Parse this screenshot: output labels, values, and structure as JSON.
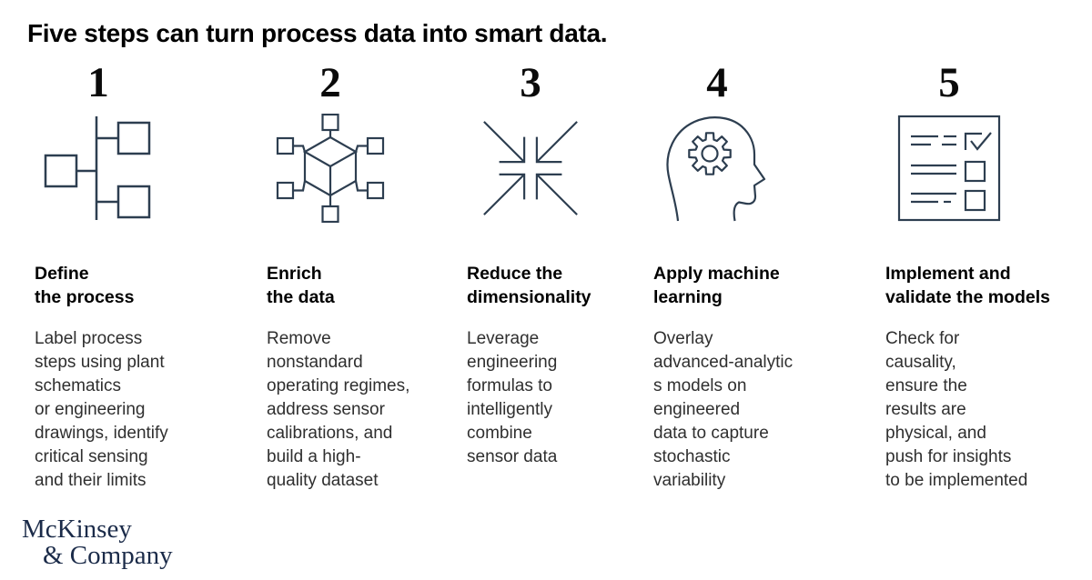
{
  "title": "Five steps can turn process data into smart data.",
  "steps": [
    {
      "number": "1",
      "icon": "process-tree-icon",
      "heading": "Define\nthe process",
      "body": "Label process\nsteps using plant\nschematics\nor engineering\ndrawings, identify\ncritical sensing\nand their limits"
    },
    {
      "number": "2",
      "icon": "data-cube-network-icon",
      "heading": "Enrich\nthe data",
      "body": "Remove\nnonstandard\noperating regimes,\naddress sensor\ncalibrations, and\nbuild a high-\nquality dataset"
    },
    {
      "number": "3",
      "icon": "converge-arrows-icon",
      "heading": "Reduce the\ndimensionality",
      "body": "Leverage\nengineering\nformulas to\nintelligently\ncombine\nsensor data"
    },
    {
      "number": "4",
      "icon": "head-gear-icon",
      "heading": "Apply machine\nlearning",
      "body": "Overlay\nadvanced-analytic\ns models on\nengineered\ndata to capture\nstochastic\nvariability"
    },
    {
      "number": "5",
      "icon": "checklist-icon",
      "heading": "Implement and\nvalidate the models",
      "body": "Check for\ncausality,\nensure the\nresults are\nphysical, and\npush for insights\nto be implemented"
    }
  ],
  "logo": {
    "line1": "McKinsey",
    "line2": "& Company"
  },
  "colors": {
    "background": "#ffffff",
    "title_text": "#000000",
    "heading_text": "#000000",
    "body_text": "#2f2f2f",
    "icon_stroke": "#2d3e50",
    "logo_navy": "#1b2b49"
  }
}
